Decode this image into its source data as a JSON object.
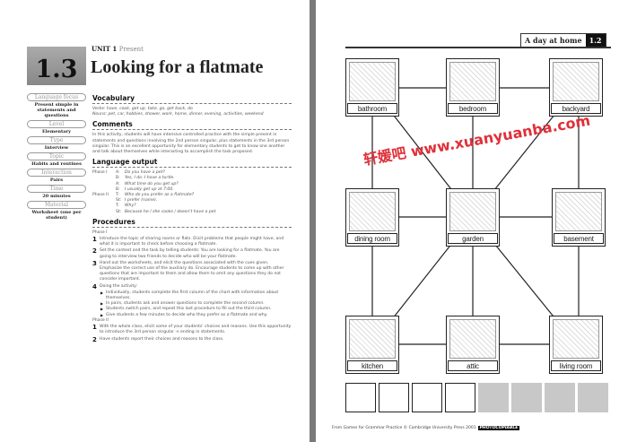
{
  "left_page": {
    "unit_number": "1.3",
    "unit_label": "UNIT 1",
    "unit_topic": "Present",
    "title": "Looking for a flatmate",
    "sidebar": [
      {
        "label": "Language focus",
        "value": "Present simple in statements and questions"
      },
      {
        "label": "Level",
        "value": "Elementary"
      },
      {
        "label": "Type",
        "value": "Interview"
      },
      {
        "label": "Topic",
        "value": "Habits and routines"
      },
      {
        "label": "Interaction",
        "value": "Pairs"
      },
      {
        "label": "Time",
        "value": "20 minutes"
      },
      {
        "label": "Material",
        "value": "Worksheet (one per student)"
      }
    ],
    "vocabulary": {
      "heading": "Vocabulary",
      "verbs": "Verbs: have, cook, get up, take, go, get back, do",
      "nouns": "Nouns: pet, car, hobbies, shower, work, home, dinner, evening, activities, weekend"
    },
    "comments": {
      "heading": "Comments",
      "text": "In this activity, students will have intensive controlled practice with the simple present in statements and questions involving the 2nd person singular, plus statements in the 3rd person singular. This is an excellent opportunity for elementary students to get to know one another and talk about themselves while interacting to accomplish the task proposed."
    },
    "language_output": {
      "heading": "Language output",
      "lines": [
        {
          "phase": "Phase I",
          "sp": "A:",
          "text": "Do you have a pet?"
        },
        {
          "phase": "",
          "sp": "B:",
          "text": "Yes, I do. I have a turtle."
        },
        {
          "phase": "",
          "sp": "A:",
          "text": "What time do you get up?"
        },
        {
          "phase": "",
          "sp": "B:",
          "text": "I usually get up at 7:00."
        },
        {
          "phase": "Phase II",
          "sp": "T:",
          "text": "Who do you prefer as a flatmate?"
        },
        {
          "phase": "",
          "sp": "St:",
          "text": "I prefer (name)."
        },
        {
          "phase": "",
          "sp": "T:",
          "text": "Why?"
        },
        {
          "phase": "",
          "sp": "St:",
          "text": "Because he / she cooks / doesn't have a pet."
        }
      ]
    },
    "procedures": {
      "heading": "Procedures",
      "phase1": "Phase I",
      "steps1": [
        {
          "n": "1",
          "text": "Introduce the topic of sharing rooms or flats. Elicit problems that people might have, and what it is important to check before choosing a flatmate."
        },
        {
          "n": "2",
          "text": "Set the context and the task by telling students: You are looking for a flatmate. You are going to interview two friends to decide who will be your flatmate."
        },
        {
          "n": "3",
          "text": "Hand out the worksheets, and elicit the questions associated with the cues given. Emphasize the correct use of the auxiliary do. Encourage students to come up with other questions that are important to them and allow them to omit any questions they do not consider important."
        },
        {
          "n": "4",
          "text": "Doing the activity:"
        }
      ],
      "bullets": [
        "Individually, students complete the first column of the chart with information about themselves.",
        "In pairs, students ask and answer questions to complete the second column.",
        "Students switch pairs, and repeat this last procedure to fill out the third column.",
        "Give students a few minutes to decide who they prefer as a flatmate and why."
      ],
      "phase2": "Phase II",
      "steps2": [
        {
          "n": "1",
          "text": "With the whole class, elicit some of your students' choices and reasons. Use this opportunity to introduce the 3rd person singular -s ending in statements."
        },
        {
          "n": "2",
          "text": "Have students report their choices and reasons to the class."
        }
      ]
    }
  },
  "right_page": {
    "header_title": "A day at home",
    "header_number": "1.2",
    "rooms": [
      "bathroom",
      "bedroom",
      "backyard",
      "dining room",
      "garden",
      "basement",
      "kitchen",
      "attic",
      "living room"
    ],
    "answer_cells": {
      "white": 4,
      "gray": 4,
      "gray_color": "#c8c8c8"
    },
    "footer": "From Games for Grammar Practice © Cambridge University Press 2001",
    "footer_badge": "PHOTOCOPIABLE"
  },
  "watermark": "轩媛吧 www.xuanyuanba.com"
}
